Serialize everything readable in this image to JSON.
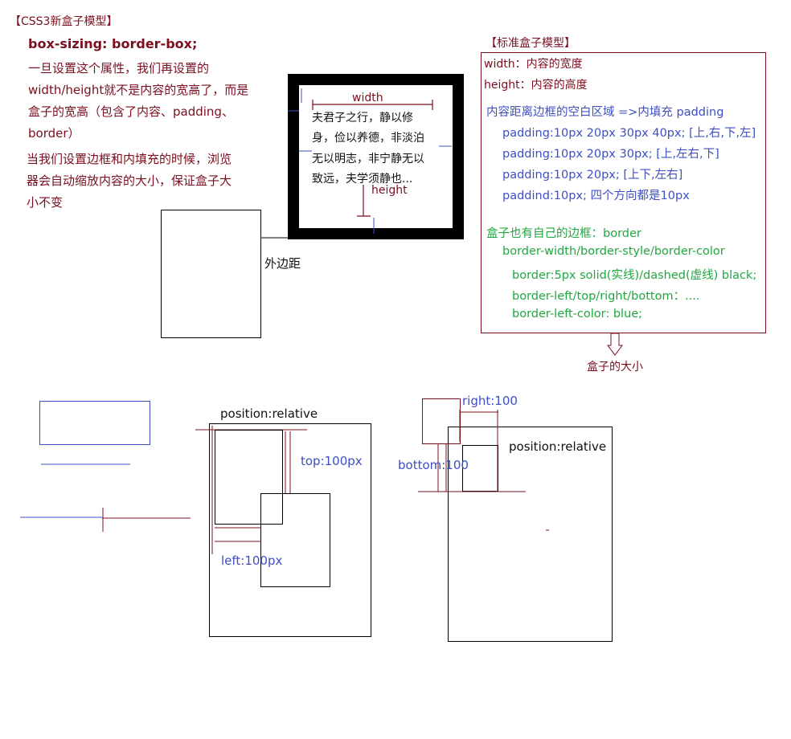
{
  "left_notes": {
    "header": "【CSS3新盒子模型】",
    "property": "box-sizing: border-box;",
    "line1": "一旦设置这个属性，我们再设置的",
    "line2": "width/height就不是内容的宽高了，而是",
    "line3": "盒子的宽高（包含了内容、padding、",
    "line4": "border）",
    "line5": "当我们设置边框和内填充的时候，浏览",
    "line6": "器会自动缩放内容的大小，保证盒子大",
    "line7": "小不变"
  },
  "demo_box": {
    "width_label": "width",
    "height_label": "height",
    "content1": "夫君子之行，静以修",
    "content2": "身，俭以养德，非淡泊",
    "content3": "无以明志，非宁静无以",
    "content4": "致远，夫学须静也...",
    "margin_label": "外边距"
  },
  "standard_model": {
    "header": "【标准盒子模型】",
    "width_line": "width：内容的宽度",
    "height_line": "height：内容的高度",
    "padding_intro": "内容距离边框的空白区域 =>内填充 padding",
    "padding1": "padding:10px 20px 30px 40px;   [上,右,下,左]",
    "padding2": "padding:10px 20px 30px;  [上,左右,下]",
    "padding3": "padding:10px 20px;   [上下,左右]",
    "padding4": "paddind:10px;   四个方向都是10px",
    "border_intro": "盒子也有自己的边框：border",
    "border1": "border-width/border-style/border-color",
    "border2": "border:5px solid(实线)/dashed(虚线)  black;",
    "border3": "border-left/top/right/bottom：....",
    "border4": "border-left-color: blue;",
    "size_label": "盒子的大小"
  },
  "position_demo1": {
    "title": "position:relative",
    "top_label": "top:100px",
    "left_label": "left:100px"
  },
  "position_demo2": {
    "title": "position:relative",
    "right_label": "right:100",
    "bottom_label": "bottom:100"
  },
  "colors": {
    "darkred": "#7b0f1f",
    "blue": "#3d4fc2",
    "green": "#21a73f"
  }
}
